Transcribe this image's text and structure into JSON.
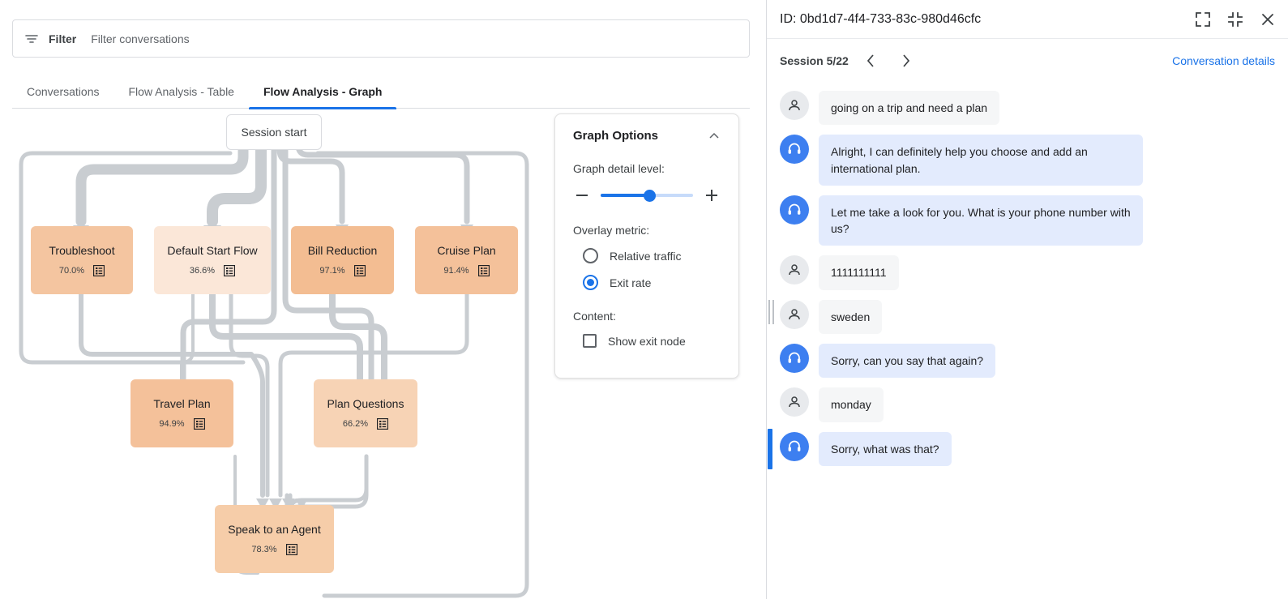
{
  "filter": {
    "label": "Filter",
    "placeholder": "Filter conversations",
    "value": "",
    "icon": "filter-icon"
  },
  "tabs": [
    {
      "label": "Conversations",
      "active": false
    },
    {
      "label": "Flow Analysis - Table",
      "active": false
    },
    {
      "label": "Flow Analysis - Graph",
      "active": true
    }
  ],
  "graph": {
    "start_node_label": "Session start",
    "nodes": [
      {
        "label": "Troubleshoot",
        "pct": "70.0%",
        "icon": "list-detail-icon"
      },
      {
        "label": "Default Start Flow",
        "pct": "36.6%",
        "icon": "list-detail-icon"
      },
      {
        "label": "Bill Reduction",
        "pct": "97.1%",
        "icon": "list-detail-icon"
      },
      {
        "label": "Cruise Plan",
        "pct": "91.4%",
        "icon": "list-detail-icon"
      },
      {
        "label": "Travel Plan",
        "pct": "94.9%",
        "icon": "list-detail-icon"
      },
      {
        "label": "Plan Questions",
        "pct": "66.2%",
        "icon": "list-detail-icon"
      },
      {
        "label": "Speak to an Agent",
        "pct": "78.3%",
        "icon": "list-detail-icon"
      }
    ]
  },
  "chart_data": {
    "type": "diagram",
    "title": "Flow Analysis - Graph",
    "metric": "Exit rate",
    "nodes": [
      {
        "id": "session_start",
        "label": "Session start",
        "exit_rate": null
      },
      {
        "id": "troubleshoot",
        "label": "Troubleshoot",
        "exit_rate": 70.0
      },
      {
        "id": "default_start",
        "label": "Default Start Flow",
        "exit_rate": 36.6
      },
      {
        "id": "bill_reduction",
        "label": "Bill Reduction",
        "exit_rate": 97.1
      },
      {
        "id": "cruise_plan",
        "label": "Cruise Plan",
        "exit_rate": 91.4
      },
      {
        "id": "travel_plan",
        "label": "Travel Plan",
        "exit_rate": 94.9
      },
      {
        "id": "plan_questions",
        "label": "Plan Questions",
        "exit_rate": 66.2
      },
      {
        "id": "speak_agent",
        "label": "Speak to an Agent",
        "exit_rate": 78.3
      }
    ],
    "edges": [
      {
        "from": "session_start",
        "to": "troubleshoot"
      },
      {
        "from": "session_start",
        "to": "default_start"
      },
      {
        "from": "session_start",
        "to": "bill_reduction"
      },
      {
        "from": "session_start",
        "to": "cruise_plan"
      },
      {
        "from": "session_start",
        "to": "travel_plan"
      },
      {
        "from": "session_start",
        "to": "plan_questions"
      },
      {
        "from": "troubleshoot",
        "to": "speak_agent"
      },
      {
        "from": "default_start",
        "to": "travel_plan"
      },
      {
        "from": "default_start",
        "to": "plan_questions"
      },
      {
        "from": "default_start",
        "to": "speak_agent"
      },
      {
        "from": "bill_reduction",
        "to": "plan_questions"
      },
      {
        "from": "cruise_plan",
        "to": "speak_agent"
      },
      {
        "from": "plan_questions",
        "to": "speak_agent"
      },
      {
        "from": "travel_plan",
        "to": "speak_agent"
      }
    ]
  },
  "options": {
    "title": "Graph Options",
    "collapse_icon": "chevron-up-icon",
    "detail_level_label": "Graph detail level:",
    "slider_value": 53,
    "minus_icon": "minus-icon",
    "plus_icon": "plus-icon",
    "overlay_metric_label": "Overlay metric:",
    "metrics": [
      {
        "label": "Relative traffic",
        "selected": false
      },
      {
        "label": "Exit rate",
        "selected": true
      }
    ],
    "content_label": "Content:",
    "checkbox": {
      "label": "Show exit node",
      "checked": false
    }
  },
  "right_panel": {
    "id_text": "ID: 0bd1d7-4f4-733-83c-980d46cfc",
    "expand_icon": "expand-icon",
    "collapse_icon": "collapse-icon",
    "close_icon": "close-icon",
    "session_label": "Session 5/22",
    "prev_icon": "chevron-left-icon",
    "next_icon": "chevron-right-icon",
    "details_link": "Conversation details",
    "messages": [
      {
        "role": "user",
        "text": "going on a trip and need a plan",
        "highlight": false
      },
      {
        "role": "agent",
        "text": "Alright, I can definitely help you choose and add an international plan.",
        "highlight": false
      },
      {
        "role": "agent",
        "text": "Let me take a look for you. What is your phone number with us?",
        "highlight": false
      },
      {
        "role": "user",
        "text": "1111111111",
        "highlight": false
      },
      {
        "role": "user",
        "text": "sweden",
        "highlight": false
      },
      {
        "role": "agent",
        "text": "Sorry, can you say that again?",
        "highlight": false
      },
      {
        "role": "user",
        "text": "monday",
        "highlight": false
      },
      {
        "role": "agent",
        "text": "Sorry, what was that?",
        "highlight": true
      }
    ]
  },
  "colors": {
    "accent": "#1a73e8",
    "node_high": "#f5c69f",
    "node_low": "#fbe7d8",
    "edge": "#c9cdd1"
  }
}
